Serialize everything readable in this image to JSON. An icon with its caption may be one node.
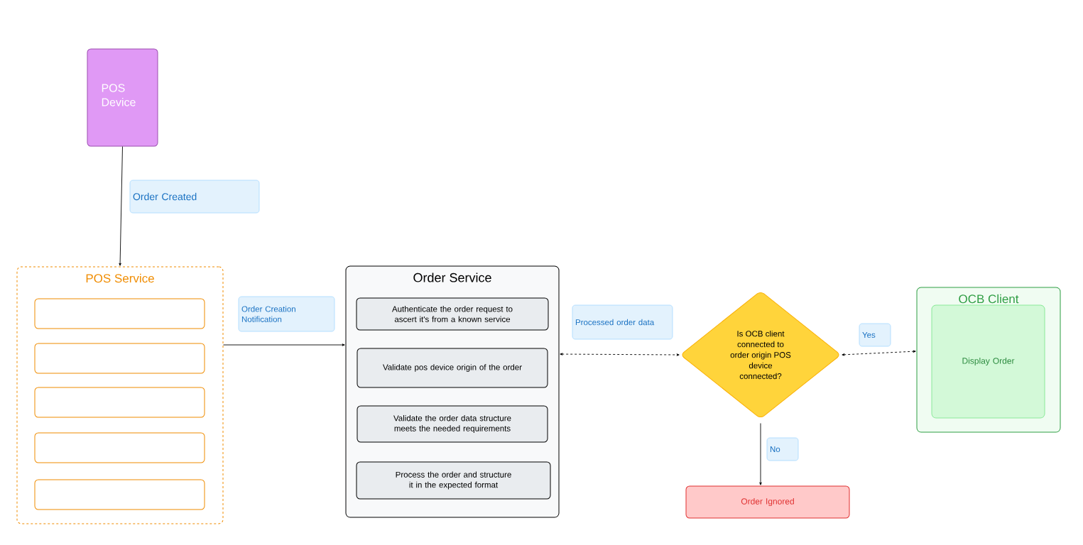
{
  "diagram": {
    "nodes": [
      {
        "text": [
          "POS Device"
        ]
      },
      {
        "text": [
          "POS Service"
        ]
      },
      {
        "text": [],
        "shape": "box",
        "in": 1
      },
      {
        "text": [],
        "shape": "box",
        "in": 1
      },
      {
        "text": [],
        "shape": "box",
        "in": 1
      },
      {
        "text": [],
        "shape": "box",
        "in": 1
      },
      {
        "text": [],
        "shape": "box",
        "in": 1
      },
      {
        "text": [
          "Order Service"
        ]
      },
      {
        "text": [
          "Authenticate the order request to ascert it's from a known service"
        ],
        "in": 7
      },
      {
        "text": [
          "Validate pos device origin of the order"
        ],
        "in": 7
      },
      {
        "text": [
          "Validate the order data structure meets the needed requirements"
        ],
        "in": 7
      },
      {
        "text": [
          "Process the order and structure it in the expected format"
        ],
        "in": 7
      },
      {
        "text": [
          "Is OCB client connected to order origin POS device connected?"
        ]
      },
      {
        "text": [
          "OCB Client"
        ]
      },
      {
        "text": [
          "Display Order"
        ],
        "in": 13
      },
      {
        "text": [
          "Order Ignored"
        ]
      }
    ],
    "edges": [
      {
        "from": 0,
        "to": 1,
        "arrow": "to",
        "label": "Order Created"
      },
      {
        "from": 1,
        "to": 7,
        "arrow": "to",
        "label": "Order Creation Notification"
      },
      {
        "from": 7,
        "to": 12,
        "arrow": "both",
        "style": "dashed",
        "label": "Processed order data"
      },
      {
        "from": 12,
        "to": 13,
        "arrow": "both",
        "style": "dashed",
        "label": "Yes"
      },
      {
        "from": 12,
        "to": 15,
        "arrow": "to",
        "label": "No"
      }
    ]
  }
}
